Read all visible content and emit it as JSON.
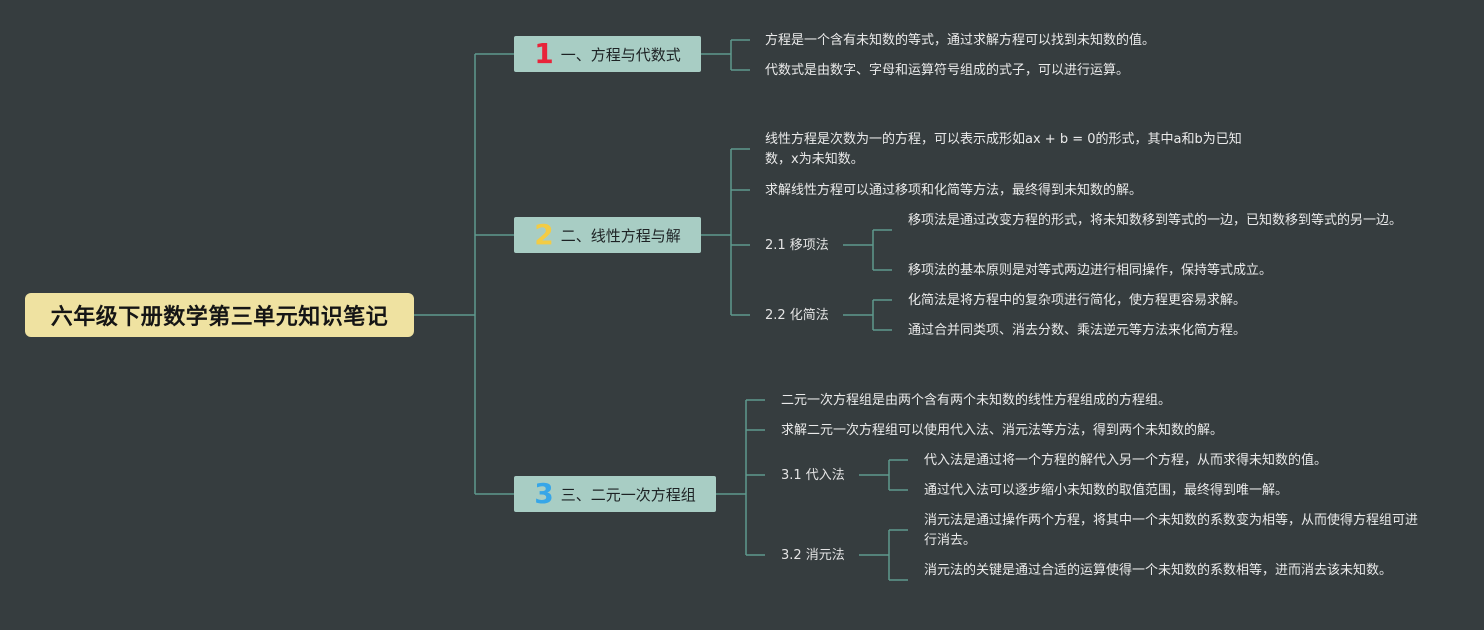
{
  "root": {
    "title": "六年级下册数学第三单元知识笔记"
  },
  "colors": {
    "background": "#363d3f",
    "root_fill": "#efe2a1",
    "branch_fill": "#a8cdc4",
    "link_line": "#5f9a8d",
    "badge_1": "#e8243a",
    "badge_2": "#f3cc45",
    "badge_3": "#37a6e8"
  },
  "branches": [
    {
      "number": "1",
      "label": "一、方程与代数式",
      "notes": [
        "方程是一个含有未知数的等式，通过求解方程可以找到未知数的值。",
        "代数式是由数字、字母和运算符号组成的式子，可以进行运算。"
      ]
    },
    {
      "number": "2",
      "label": "二、线性方程与解",
      "notes": [
        "线性方程是次数为一的方程，可以表示成形如ax + b = 0的形式，其中a和b为已知数，x为未知数。",
        "求解线性方程可以通过移项和化简等方法，最终得到未知数的解。"
      ],
      "subtopics": [
        {
          "label": "2.1 移项法",
          "notes": [
            "移项法是通过改变方程的形式，将未知数移到等式的一边，已知数移到等式的另一边。",
            "移项法的基本原则是对等式两边进行相同操作，保持等式成立。"
          ]
        },
        {
          "label": "2.2 化简法",
          "notes": [
            "化简法是将方程中的复杂项进行简化，使方程更容易求解。",
            "通过合并同类项、消去分数、乘法逆元等方法来化简方程。"
          ]
        }
      ]
    },
    {
      "number": "3",
      "label": "三、二元一次方程组",
      "notes": [
        "二元一次方程组是由两个含有两个未知数的线性方程组成的方程组。",
        "求解二元一次方程组可以使用代入法、消元法等方法，得到两个未知数的解。"
      ],
      "subtopics": [
        {
          "label": "3.1 代入法",
          "notes": [
            "代入法是通过将一个方程的解代入另一个方程，从而求得未知数的值。",
            "通过代入法可以逐步缩小未知数的取值范围，最终得到唯一解。"
          ]
        },
        {
          "label": "3.2 消元法",
          "notes": [
            "消元法是通过操作两个方程，将其中一个未知数的系数变为相等，从而使得方程组可进行消去。",
            "消元法的关键是通过合适的运算使得一个未知数的系数相等，进而消去该未知数。"
          ]
        }
      ]
    }
  ]
}
